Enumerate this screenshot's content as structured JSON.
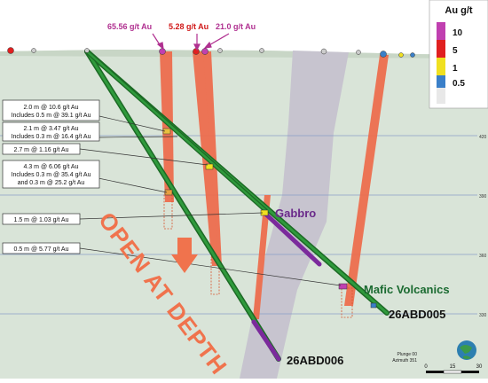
{
  "legend": {
    "title": "Au g/t",
    "items": [
      {
        "label": "10",
        "color": "#c040b0"
      },
      {
        "label": "5",
        "color": "#e02020"
      },
      {
        "label": "1",
        "color": "#f0e020"
      },
      {
        "label": "0.5",
        "color": "#3a7fc8"
      },
      {
        "label": "",
        "color": "#e8e8e8"
      }
    ]
  },
  "top_labels": [
    {
      "text": "65.56 g/t Au",
      "color": "#b03090"
    },
    {
      "text": "5.28 g/t Au",
      "color": "#d01818"
    },
    {
      "text": "21.0 g/t Au",
      "color": "#b03090"
    }
  ],
  "intercepts": [
    {
      "lines": [
        "2.0 m @ 10.6 g/t Au",
        "Includes 0.5 m @ 39.1 g/t Au"
      ]
    },
    {
      "lines": [
        "2.1 m @ 3.47 g/t Au",
        "Includes 0.3 m @ 16.4 g/t Au"
      ]
    },
    {
      "lines": [
        "2.7 m @ 1.16 g/t Au"
      ]
    },
    {
      "lines": [
        "4.3 m @ 6.06 g/t Au",
        "Includes 0.3 m @ 35.4 g/t Au",
        "and 0.3 m @ 25.2 g/t Au"
      ]
    },
    {
      "lines": [
        "1.5 m @ 1.03 g/t Au"
      ]
    },
    {
      "lines": [
        "0.5 m @ 5.77 g/t Au"
      ]
    }
  ],
  "rock_labels": {
    "gabbro": "Gabbro",
    "mafic": "Mafic Volcanics"
  },
  "holes": {
    "h005": "26ABD005",
    "h006": "26ABD006"
  },
  "open_at_depth": "OPEN AT DEPTH",
  "elevations": [
    "420",
    "390",
    "360",
    "330"
  ],
  "scale": {
    "plunge": "Plunge 00",
    "azimuth": "Azimuth 351",
    "ticks": [
      "0",
      "15",
      "30"
    ]
  },
  "colors": {
    "background": "#d9e4d8",
    "gabbro": "#c7c4cf",
    "lode": "#ee6a4a",
    "hole": "#1f7d2b",
    "hole_purple": "#7b2a9c",
    "open_text": "#f0734d"
  }
}
